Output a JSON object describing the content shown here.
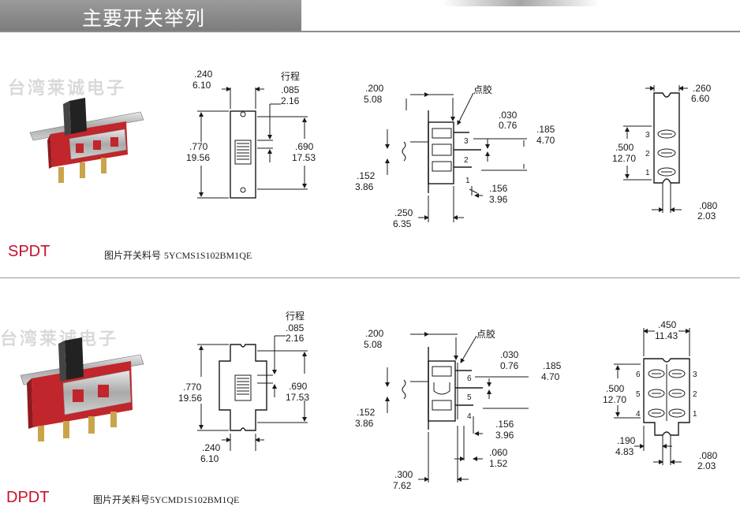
{
  "header": {
    "title": "主要开关举列"
  },
  "watermark": "台湾莱诚电子",
  "spdt": {
    "type": "SPDT",
    "part_label": "图片开关料号",
    "part_code": "5YCMS1S102BM1QE",
    "front": {
      "width_in": ".240",
      "width_mm": "6.10",
      "travel_label": "行程",
      "travel_in": ".085",
      "travel_mm": "2.16",
      "height_in": ".770",
      "height_mm": "19.56",
      "inner_in": ".690",
      "inner_mm": "17.53"
    },
    "side": {
      "glue_label": "点胶",
      "top_in": ".200",
      "top_mm": "5.08",
      "t1_in": ".030",
      "t1_mm": "0.76",
      "pin_in": ".185",
      "pin_mm": "4.70",
      "gap_in": ".152",
      "gap_mm": "3.86",
      "pitch_in": ".156",
      "pitch_mm": "3.96",
      "depth_in": ".250",
      "depth_mm": "6.35",
      "pins": [
        "3",
        "2",
        "1"
      ]
    },
    "bottom": {
      "width_in": ".260",
      "width_mm": "6.60",
      "span_in": ".500",
      "span_mm": "12.70",
      "foot_in": ".080",
      "foot_mm": "2.03",
      "pins": [
        "3",
        "2",
        "1"
      ]
    }
  },
  "dpdt": {
    "type": "DPDT",
    "part_label": "图片开关料号",
    "part_code": "5YCMD1S102BM1QE",
    "front": {
      "width_in": ".240",
      "width_mm": "6.10",
      "travel_label": "行程",
      "travel_in": ".085",
      "travel_mm": "2.16",
      "height_in": ".770",
      "height_mm": "19.56",
      "inner_in": ".690",
      "inner_mm": "17.53"
    },
    "side": {
      "glue_label": "点胶",
      "top_in": ".200",
      "top_mm": "5.08",
      "t1_in": ".030",
      "t1_mm": "0.76",
      "pin_in": ".185",
      "pin_mm": "4.70",
      "gap_in": ".152",
      "gap_mm": "3.86",
      "pitch_in": ".156",
      "pitch_mm": "3.96",
      "row_in": ".060",
      "row_mm": "1.52",
      "depth_in": ".300",
      "depth_mm": "7.62",
      "pins": [
        "6",
        "5",
        "4"
      ]
    },
    "bottom": {
      "width_in": ".450",
      "width_mm": "11.43",
      "span_in": ".500",
      "span_mm": "12.70",
      "row_in": ".190",
      "row_mm": "4.83",
      "foot_in": ".080",
      "foot_mm": "2.03",
      "pins_left": [
        "6",
        "5",
        "4"
      ],
      "pins_right": [
        "3",
        "2",
        "1"
      ]
    }
  }
}
